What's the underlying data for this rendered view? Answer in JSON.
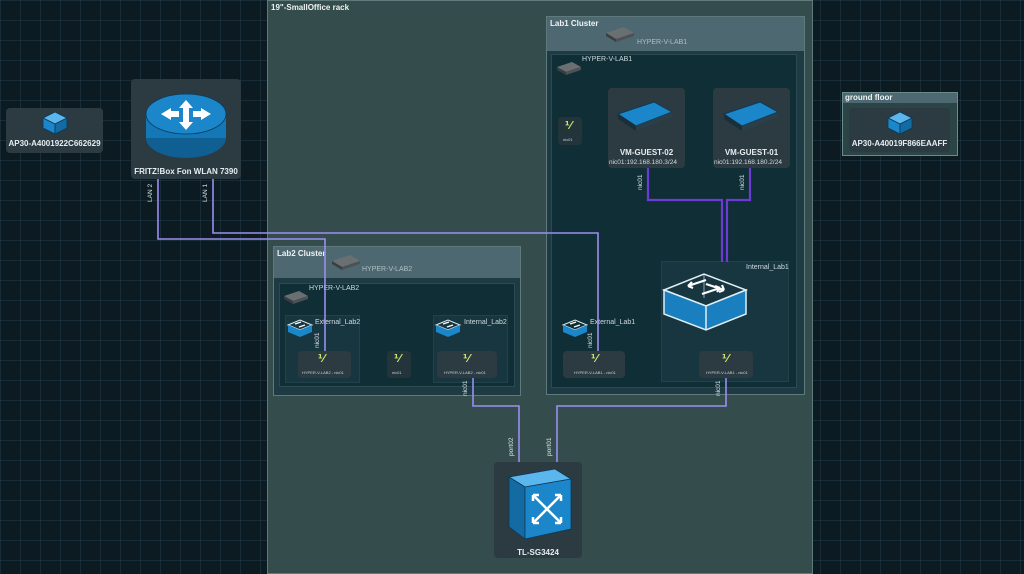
{
  "colors": {
    "canvas_bg": "#0c1a22",
    "rack_bg": "#344c4c",
    "cluster_header": "#4d6870",
    "cluster_body": "#1e3a42",
    "host_body": "#102e36",
    "device_blue": "#1b86c9",
    "link_light": "#9b8ef0",
    "link_dark": "#6c3bd4"
  },
  "rack": {
    "title": "19\"-SmallOffice rack"
  },
  "ground_floor": {
    "title": "ground floor",
    "ap_label": "AP30-A40019F866EAAFF"
  },
  "ap_left": {
    "label": "AP30-A4001922C662629"
  },
  "router": {
    "label": "FRITZ!Box Fon WLAN 7390",
    "port_a": "LAN 2",
    "port_b": "LAN 1"
  },
  "lab1": {
    "title": "Lab1 Cluster",
    "server_label": "HYPER-V-LAB1",
    "host_label": "HYPER-V-LAB1",
    "vm_a": {
      "name": "VM-GUEST-02",
      "ip": "nic01:192.168.180.3/24",
      "nic": "nic01"
    },
    "vm_b": {
      "name": "VM-GUEST-01",
      "ip": "nic01:192.168.180.2/24",
      "nic": "nic01"
    },
    "iface_top": "nic01",
    "ext_switch": "External_Lab1",
    "int_switch": "Internal_Lab1",
    "iface_ext": "HYPER-V-LAB1 - nic01",
    "iface_int": "HYPER-V-LAB1 - nic01",
    "nic_ext": "nic01",
    "nic_int": "nic01"
  },
  "lab2": {
    "title": "Lab2 Cluster",
    "server_label": "HYPER-V-LAB2",
    "host_label": "HYPER-V-LAB2",
    "ext_switch": "External_Lab2",
    "int_switch": "Internal_Lab2",
    "iface_ext": "HYPER-V-LAB2 - nic01",
    "iface_mid": "nic01",
    "iface_int": "HYPER-V-LAB2 - nic01",
    "nic_ext": "nic01",
    "nic_int": "nic01"
  },
  "switch": {
    "label": "TL-SG3424",
    "port_a": "port02",
    "port_b": "port01"
  }
}
